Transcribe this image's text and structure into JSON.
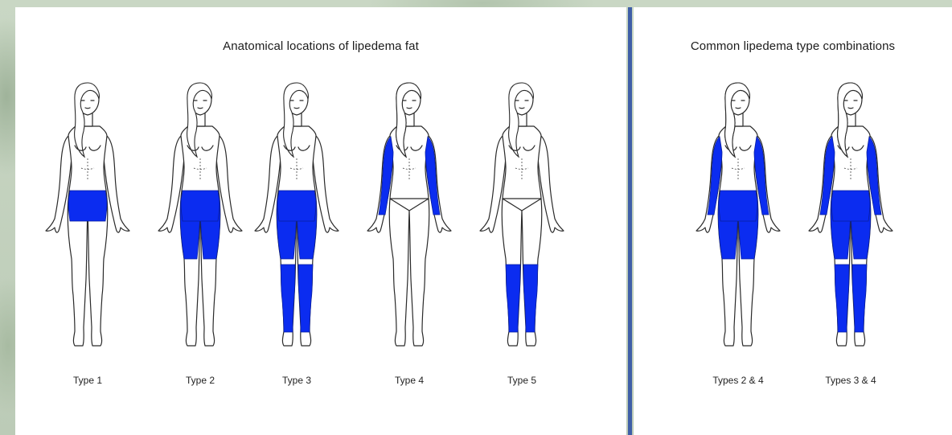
{
  "left_panel": {
    "title": "Anatomical locations of lipedema fat",
    "figures": [
      {
        "label": "Type 1",
        "regions": [
          "hips"
        ]
      },
      {
        "label": "Type 2",
        "regions": [
          "hips",
          "thighs"
        ]
      },
      {
        "label": "Type 3",
        "regions": [
          "hips",
          "thighs",
          "lower-legs"
        ]
      },
      {
        "label": "Type 4",
        "regions": [
          "arms"
        ]
      },
      {
        "label": "Type 5",
        "regions": [
          "lower-legs"
        ]
      }
    ]
  },
  "right_panel": {
    "title": "Common lipedema type combinations",
    "figures": [
      {
        "label": "Types 2 & 4",
        "regions": [
          "hips",
          "thighs",
          "arms"
        ]
      },
      {
        "label": "Types 3 & 4",
        "regions": [
          "hips",
          "thighs",
          "lower-legs",
          "arms"
        ]
      }
    ]
  },
  "colors": {
    "fat": "#0b2cf0",
    "divider": "#3f5fa7",
    "outline": "#2a2a2a"
  }
}
